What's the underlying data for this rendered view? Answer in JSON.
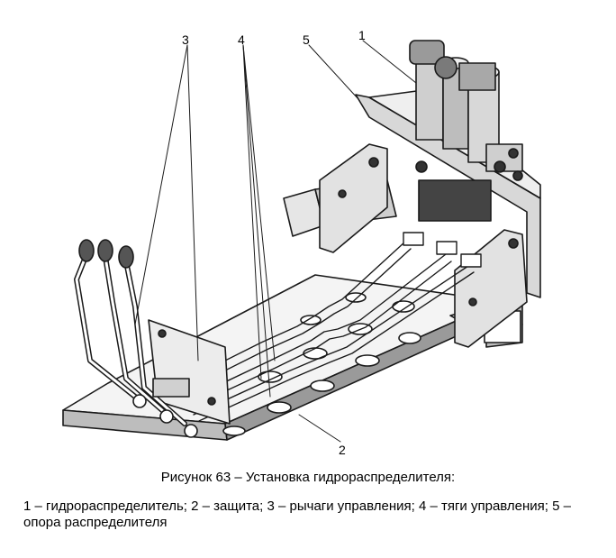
{
  "figure": {
    "callouts": [
      {
        "label": "1"
      },
      {
        "label": "2"
      },
      {
        "label": "3"
      },
      {
        "label": "4"
      },
      {
        "label": "5"
      }
    ]
  },
  "caption": {
    "title": "Рисунок 63 – Установка гидрораспределителя:",
    "legend": "1 – гидрораспределитель; 2 – защита; 3 – рычаги управления; 4 – тяги управления; 5 – опора распределителя"
  }
}
